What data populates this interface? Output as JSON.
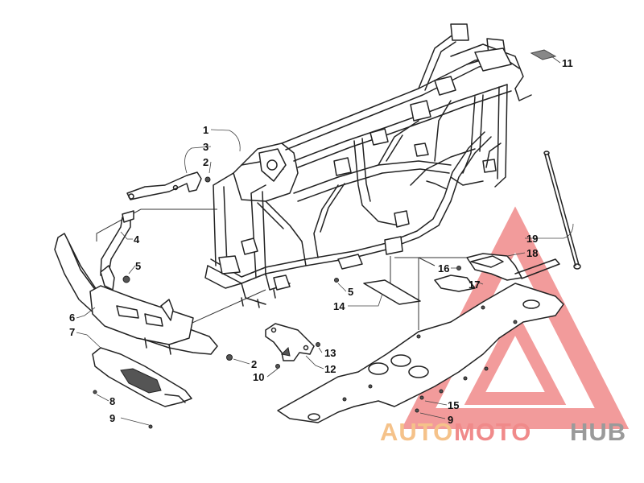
{
  "callouts": [
    {
      "id": "1",
      "label": "1"
    },
    {
      "id": "2a",
      "label": "2"
    },
    {
      "id": "2b",
      "label": "2"
    },
    {
      "id": "3",
      "label": "3"
    },
    {
      "id": "4",
      "label": "4"
    },
    {
      "id": "5a",
      "label": "5"
    },
    {
      "id": "5b",
      "label": "5"
    },
    {
      "id": "6",
      "label": "6"
    },
    {
      "id": "7",
      "label": "7"
    },
    {
      "id": "8",
      "label": "8"
    },
    {
      "id": "9a",
      "label": "9"
    },
    {
      "id": "9b",
      "label": "9"
    },
    {
      "id": "10",
      "label": "10"
    },
    {
      "id": "11",
      "label": "11"
    },
    {
      "id": "12",
      "label": "12"
    },
    {
      "id": "13",
      "label": "13"
    },
    {
      "id": "14",
      "label": "14"
    },
    {
      "id": "15",
      "label": "15"
    },
    {
      "id": "16",
      "label": "16"
    },
    {
      "id": "17",
      "label": "17"
    },
    {
      "id": "18",
      "label": "18"
    },
    {
      "id": "19",
      "label": "19"
    }
  ],
  "watermark": {
    "part1": "AUTO",
    "part2": "MOTO",
    "part3": "HUB",
    "color_orange": "#f5c28a",
    "color_red": "#f08a8a",
    "color_grey": "#9a9a9a"
  }
}
